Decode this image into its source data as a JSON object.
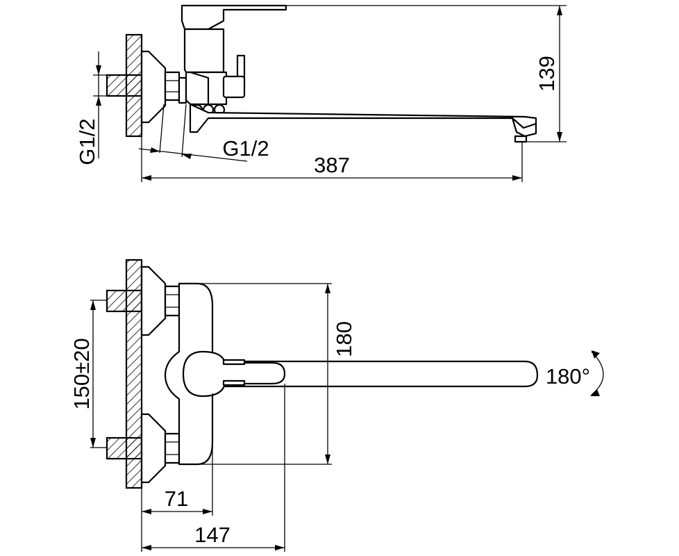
{
  "side_view": {
    "thread_label_vertical": "G1/2",
    "thread_label_horizontal": "G1/2",
    "width_label": "387",
    "height_label": "139"
  },
  "top_view": {
    "center_distance_label": "150±20",
    "body_height_label": "180",
    "offset_small_label": "71",
    "offset_large_label": "147",
    "rotation_label": "180°"
  }
}
